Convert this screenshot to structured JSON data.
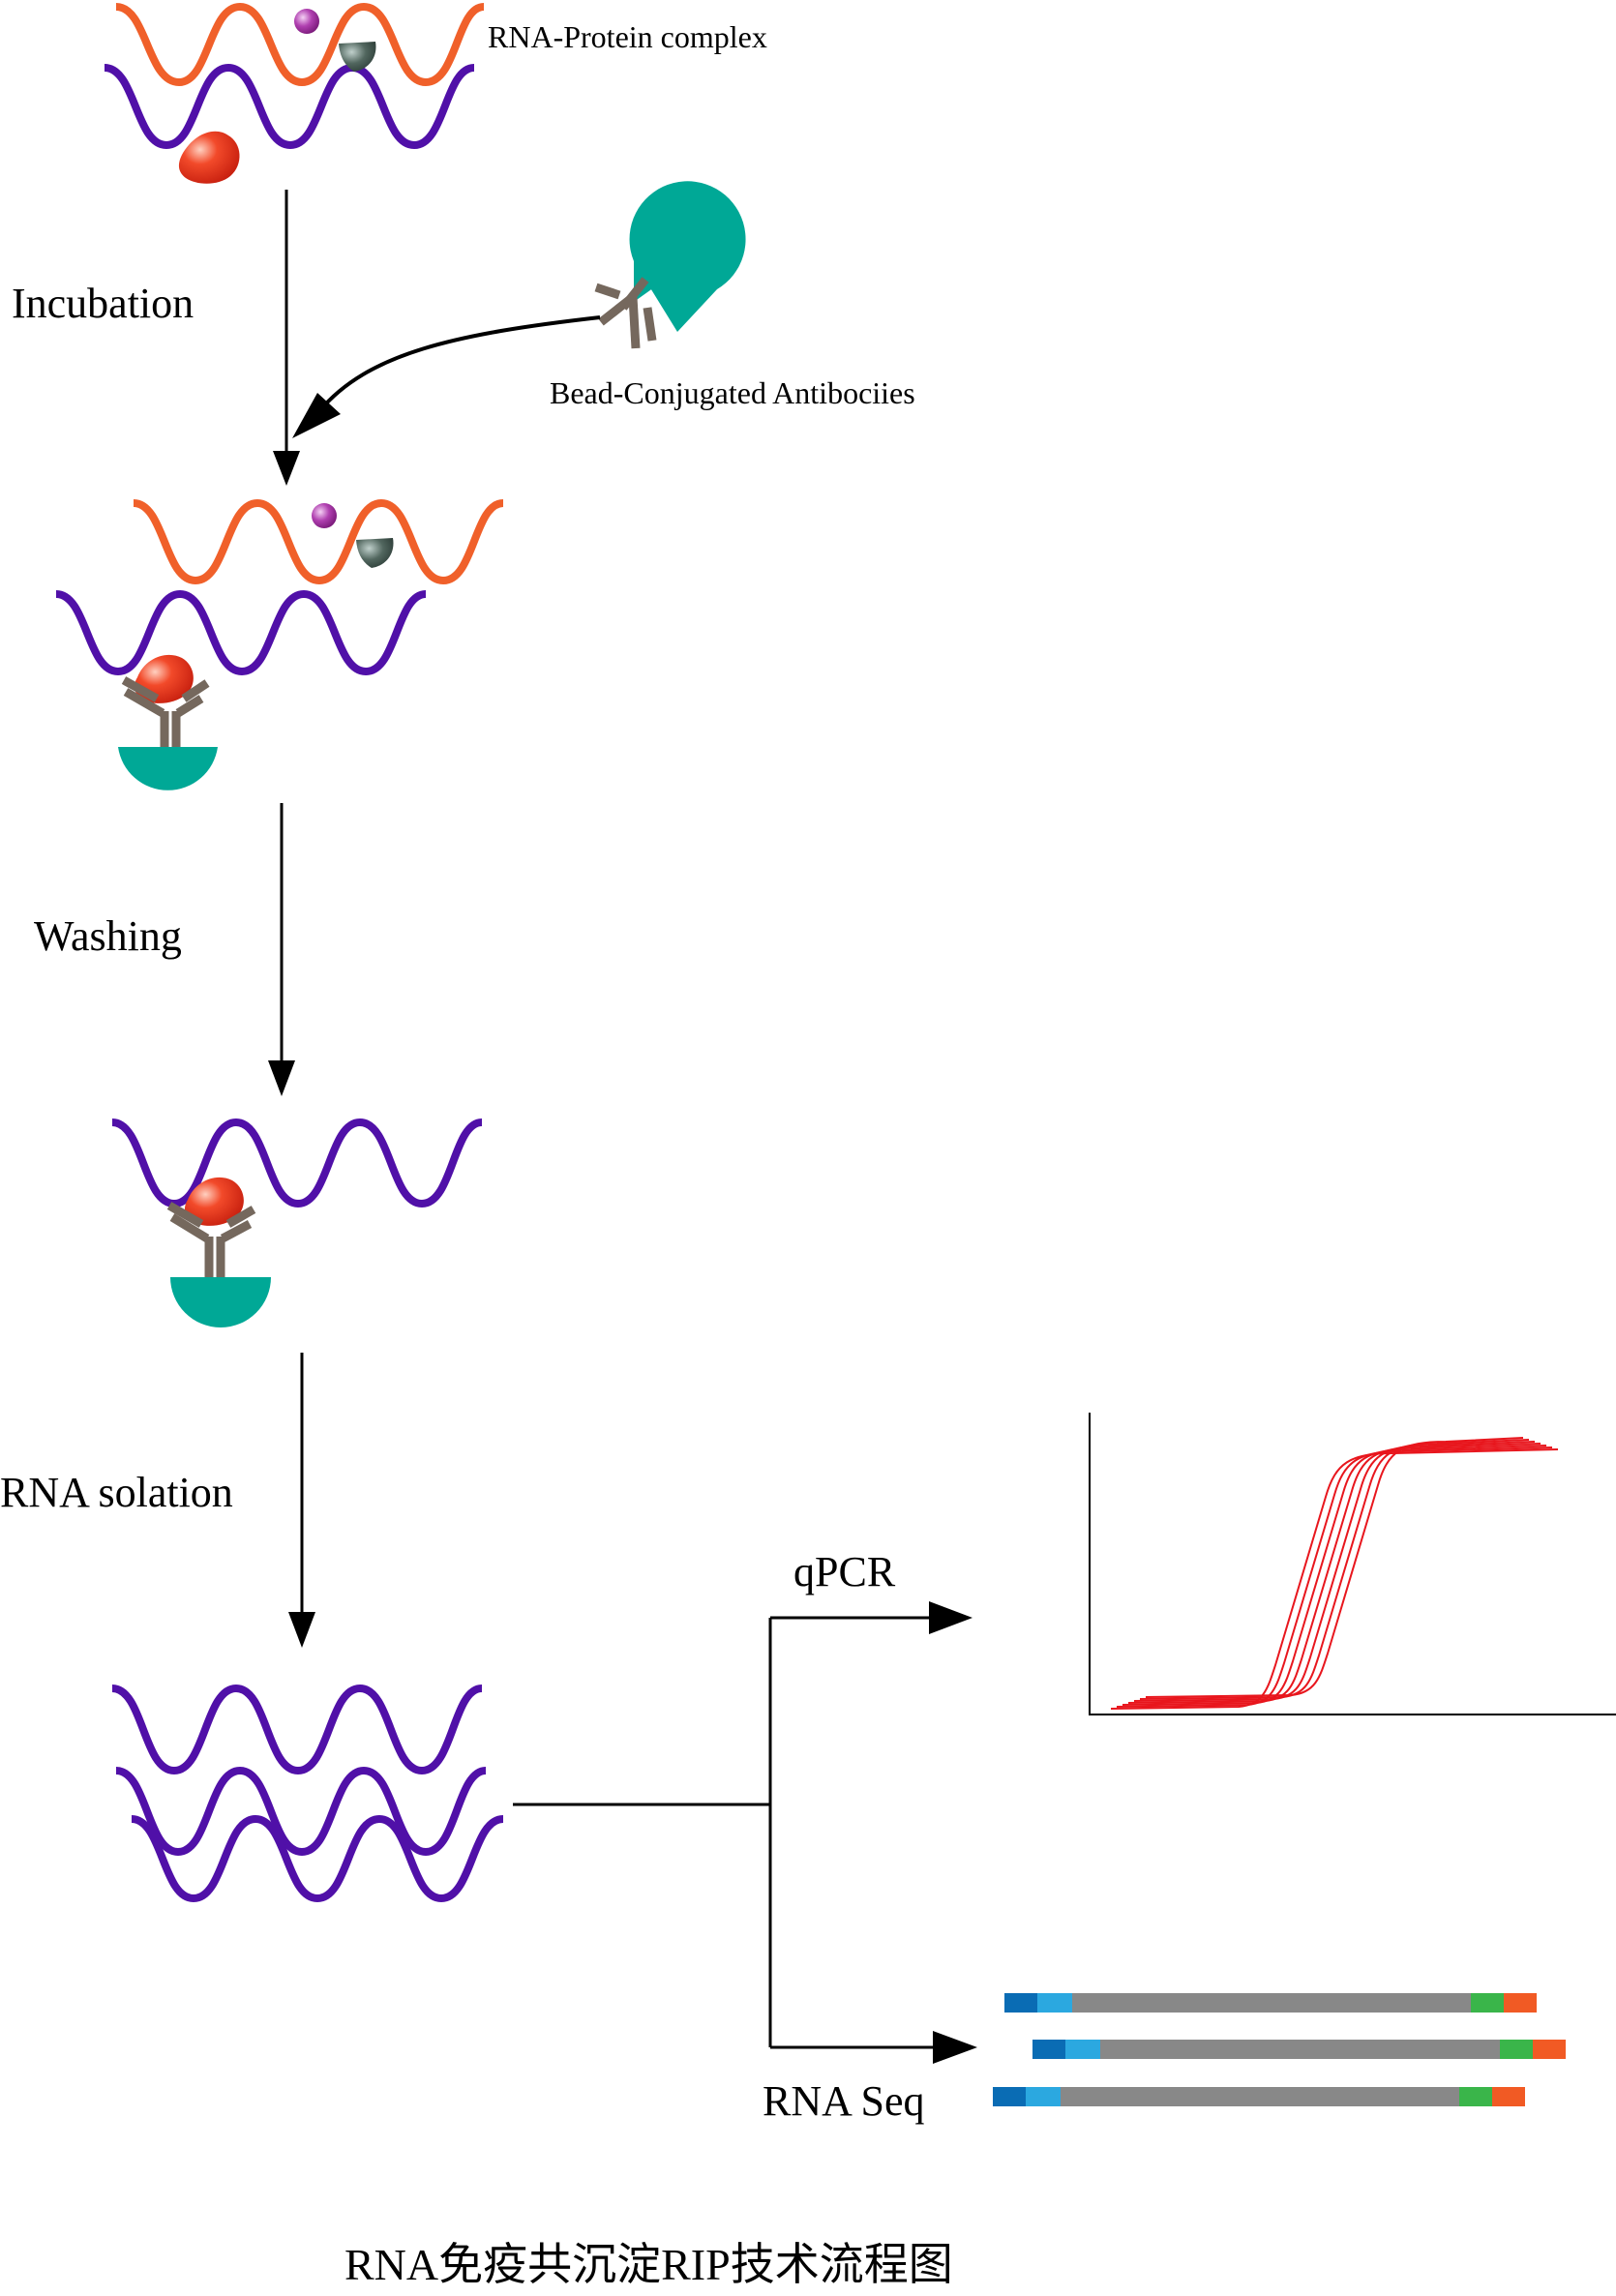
{
  "labels": {
    "complex": "RNA-Protein complex",
    "incubation": "Incubation",
    "antibodies": "Bead-Conjugated Antibociies",
    "washing": "Washing",
    "isolation": "RNA solation",
    "qpcr": "qPCR",
    "rnaseq": "RNA Seq",
    "caption": "RNA免疫共沉淀RIP技术流程图"
  },
  "colors": {
    "rna_purple": "#5010a8",
    "rna_orange": "#f0602a",
    "antibody": "#75685d",
    "bead": "#00a896",
    "protein_red": "#f24a2a",
    "protein_purple": "#b040b0",
    "protein_gray": "#405550",
    "qpcr_curve": "#e8161d",
    "seq_dark_blue": "#0a6cb4",
    "seq_light_blue": "#2ba8e0",
    "seq_gray": "#888888",
    "seq_green": "#3ab54a",
    "seq_orange": "#f15a24"
  },
  "icons": [
    "rna-strand",
    "protein-blob",
    "antibody-icon",
    "bead-icon",
    "arrow-head",
    "amplification-curve",
    "sequencing-read"
  ]
}
